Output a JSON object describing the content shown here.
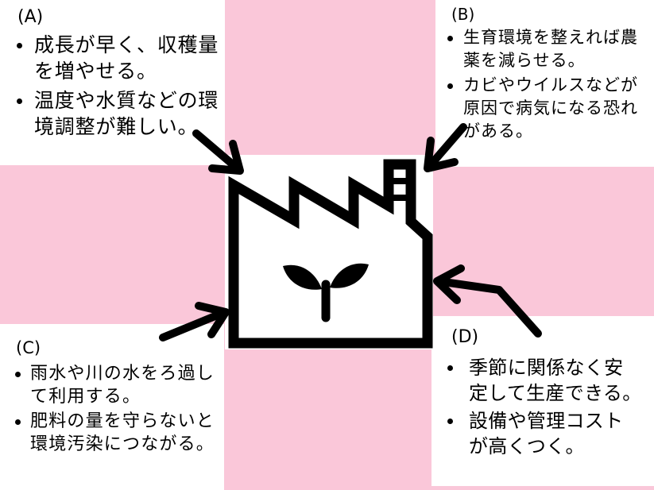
{
  "colors": {
    "background": "#fac7d9",
    "panel": "#ffffff",
    "ink": "#000000"
  },
  "icons": {
    "center": "factory-with-sprout-icon",
    "arrows": "arrow-icon"
  },
  "boxes": {
    "a": {
      "label": "(A)",
      "bullets": [
        [
          "成長が早く、収穫量",
          "を増やせる。"
        ],
        [
          "温度や水質などの環",
          "境調整が難しい。"
        ]
      ]
    },
    "b": {
      "label": "(B)",
      "bullets": [
        [
          "生育環境を整えれば農",
          "薬を減らせる。"
        ],
        [
          "カビやウイルスなどが",
          "原因で病気になる恐れ",
          "がある。"
        ]
      ]
    },
    "c": {
      "label": "(C)",
      "bullets": [
        [
          "雨水や川の水をろ過し",
          "て利用する。"
        ],
        [
          "肥料の量を守らないと",
          "環境汚染につながる。"
        ]
      ]
    },
    "d": {
      "label": "(D)",
      "bullets": [
        [
          "季節に関係なく安",
          "定して生産できる。"
        ],
        [
          "設備や管理コスト",
          "が高くつく。"
        ]
      ]
    }
  }
}
